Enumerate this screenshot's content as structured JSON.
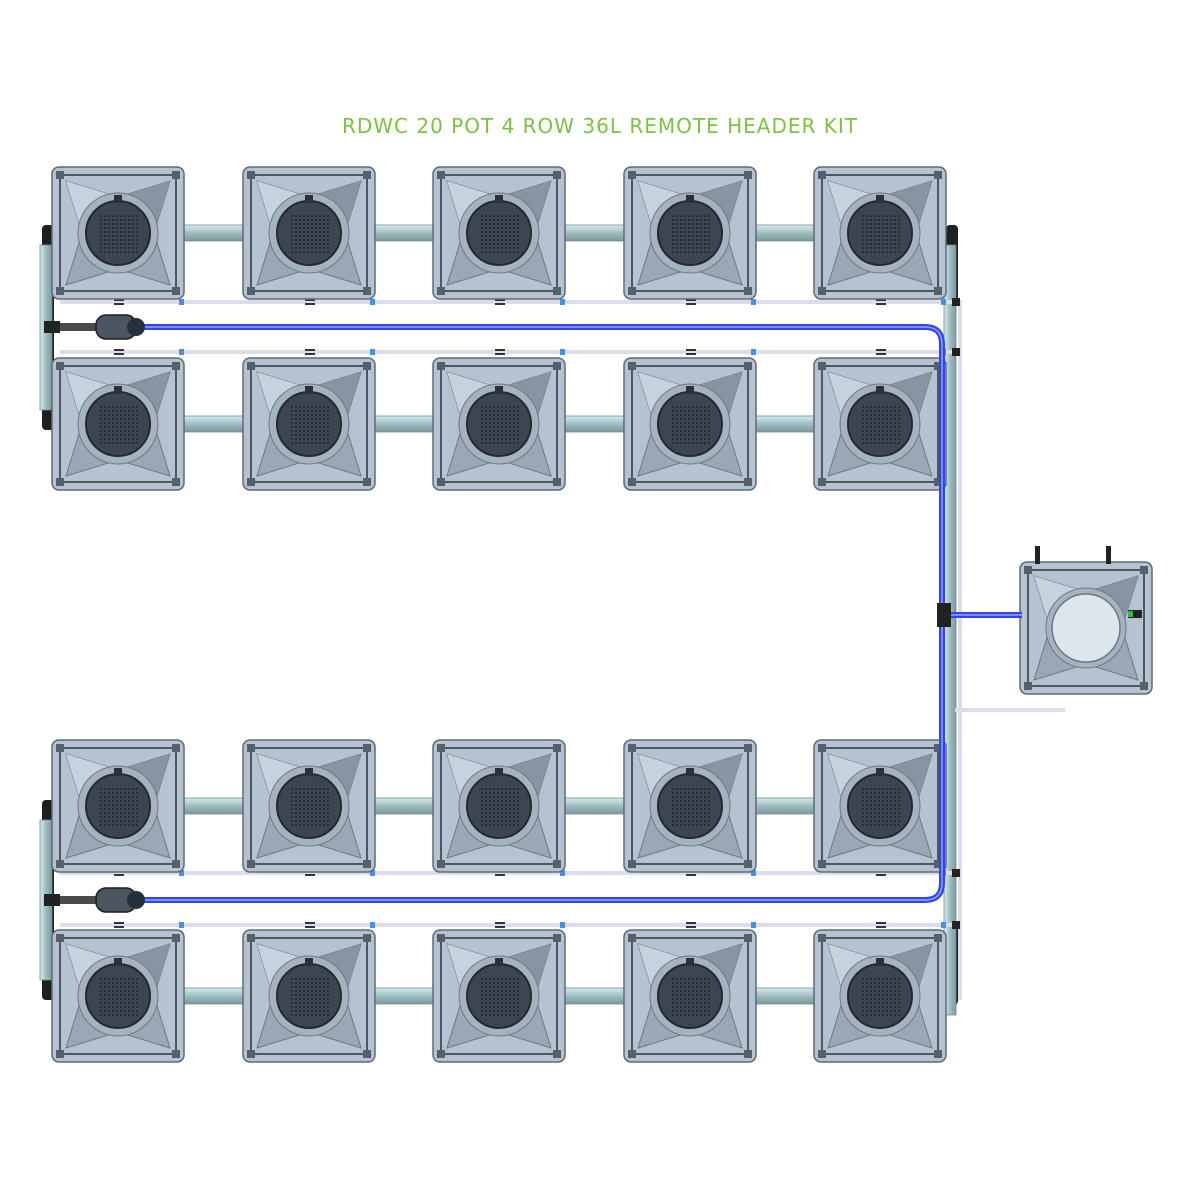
{
  "title": "RDWC 20 POT 4 ROW 36L REMOTE HEADER KIT",
  "colors": {
    "title": "#7cc242",
    "pot_body": "#b4c2d1",
    "pot_dark": "#808a94",
    "pot_outline": "#5f6a75",
    "net_pot": "#3d4650",
    "net_pot_mesh": "#2b3138",
    "pipe": "#a8c5c9",
    "pipe_outline": "#6f8a8e",
    "feed_line": "#3344ee",
    "feed_line_light": "#8fa7f0",
    "air_line": "#dcdcec",
    "fitting": "#222222",
    "connector_blue": "#4a90e2"
  },
  "layout": {
    "rows": 4,
    "pots_per_row": 5,
    "pot_count": 20,
    "header_tank_count": 1
  },
  "icons": [
    "pot-icon",
    "net-pot-icon",
    "pump-icon",
    "header-tank-icon"
  ]
}
